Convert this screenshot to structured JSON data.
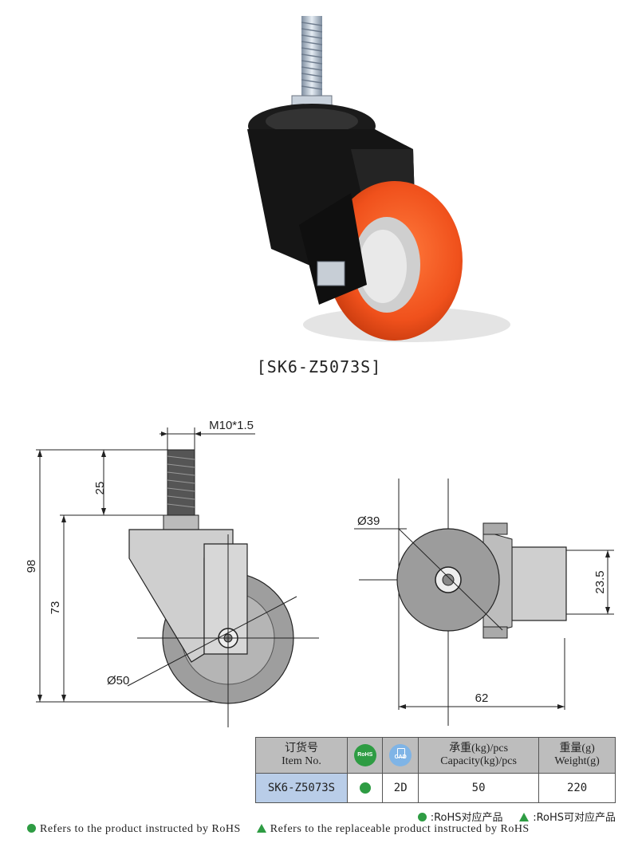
{
  "caption": "[SK6-Z5073S]",
  "dims": {
    "thread": "M10*1.5",
    "stem_len": "25",
    "total_height": "98",
    "mount_height": "73",
    "wheel_dia": "Ø50",
    "wheel_dia_side": "Ø39",
    "width": "62",
    "plate": "23.5"
  },
  "table": {
    "h_item_cn": "订货号",
    "h_item_en": "Item No.",
    "h_rohs": "RoHS",
    "h_cad": "CAD",
    "h_cap_cn": "承重(kg)/pcs",
    "h_cap_en": "Capacity(kg)/pcs",
    "h_wt_cn": "重量(g)",
    "h_wt_en": "Weight(g)",
    "item": "SK6-Z5073S",
    "cad": "2D",
    "capacity": "50",
    "weight": "220"
  },
  "legend": {
    "cn_rohs": ":RoHS对应产品",
    "cn_replace": ":RoHS可对应产品",
    "en_rohs": "Refers to the product instructed by RoHS",
    "en_replace": "Refers to the replaceable product instructed by RoHS"
  },
  "colors": {
    "rohs_green": "#2e9c43",
    "wheel_orange": "#f0511c",
    "item_cell_blue": "#b9cde8"
  }
}
